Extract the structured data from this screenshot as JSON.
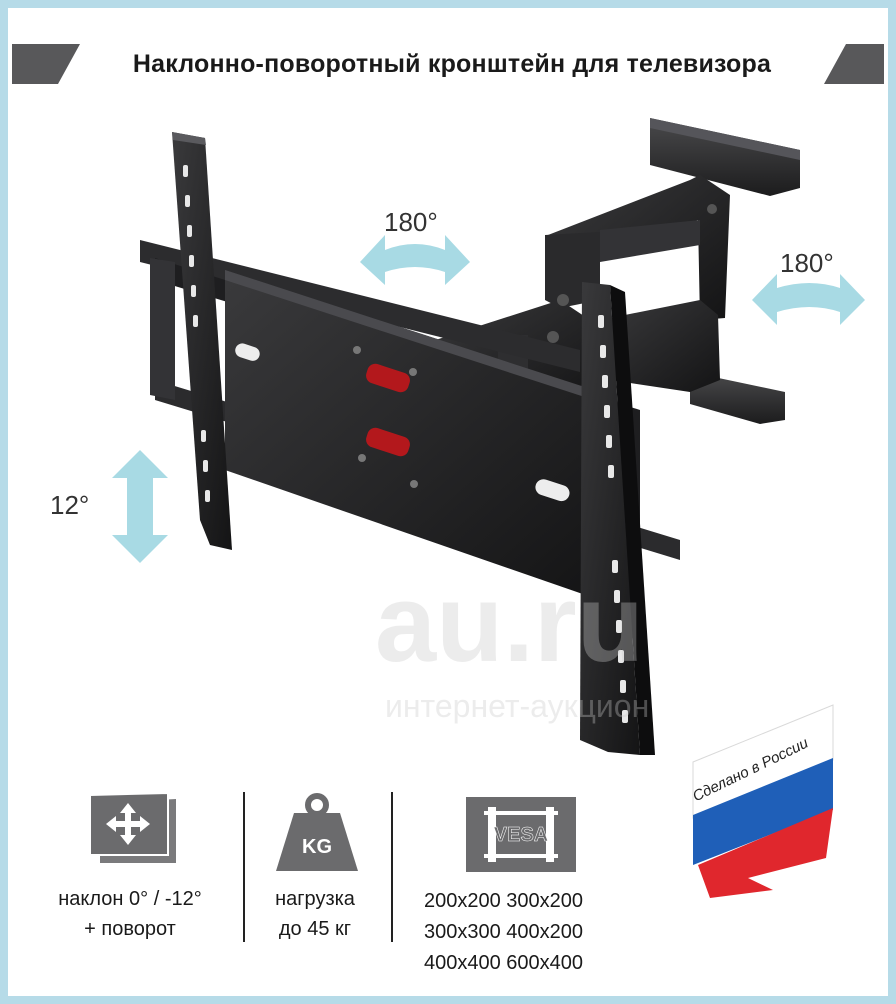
{
  "header": {
    "title": "Наклонно-поворотный кронштейн для телевизора"
  },
  "angles": {
    "top_left": "180°",
    "right": "180°",
    "tilt": "12°"
  },
  "watermark": {
    "logo": "au.ru",
    "subtitle": "интернет-аукцион"
  },
  "features": {
    "tilt_label_line1": "наклон 0° / -12°",
    "tilt_label_line2": "+ поворот",
    "load_label_line1": "нагрузка",
    "load_label_line2": "до 45 кг",
    "kg_icon_text": "KG",
    "vesa_icon_text": "VESA",
    "vesa_sizes": [
      "200x200 300x200",
      "300x300 400x200",
      "400x400 600x400"
    ]
  },
  "badge": {
    "made_in": "Сделано в России",
    "flag_colors": [
      "#ffffff",
      "#1f5fb8",
      "#e0272d"
    ]
  },
  "colors": {
    "accent_arrow": "#8fd0dc",
    "frame": "#b6dbe8",
    "header_dark": "#58585a"
  }
}
